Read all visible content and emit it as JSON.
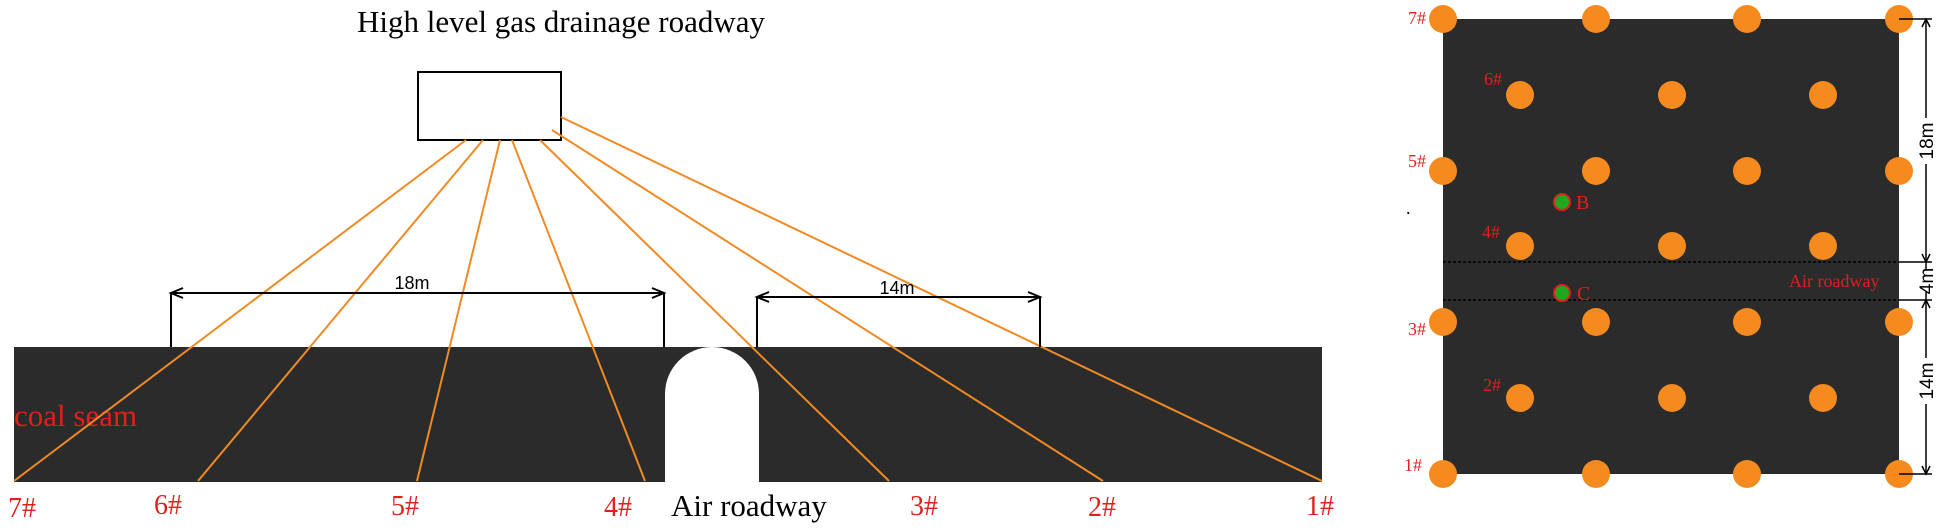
{
  "left_diagram": {
    "title": "High level gas drainage roadway",
    "coal_label": "coal  seam",
    "air_roadway_label": "Air roadway",
    "dim_left": "18m",
    "dim_right": "14m",
    "boreholes": [
      "7#",
      "6#",
      "5#",
      "4#",
      "3#",
      "2#",
      "1#"
    ]
  },
  "right_diagram": {
    "row_labels": [
      "7#",
      "6#",
      "5#",
      "4#",
      "3#",
      "2#",
      "1#"
    ],
    "point_b": "B",
    "point_c": "C",
    "air_roadway_label": "Air roadway",
    "dim_top": "18m",
    "dim_mid": "4m",
    "dim_bottom": "14m",
    "stray_mark": "."
  },
  "colors": {
    "seam": "#2b2b2b",
    "borehole_line": "#f08a24",
    "borehole_dot": "#f58a1f",
    "label_red": "#e0201c",
    "marker_green": "#1fa81f"
  }
}
